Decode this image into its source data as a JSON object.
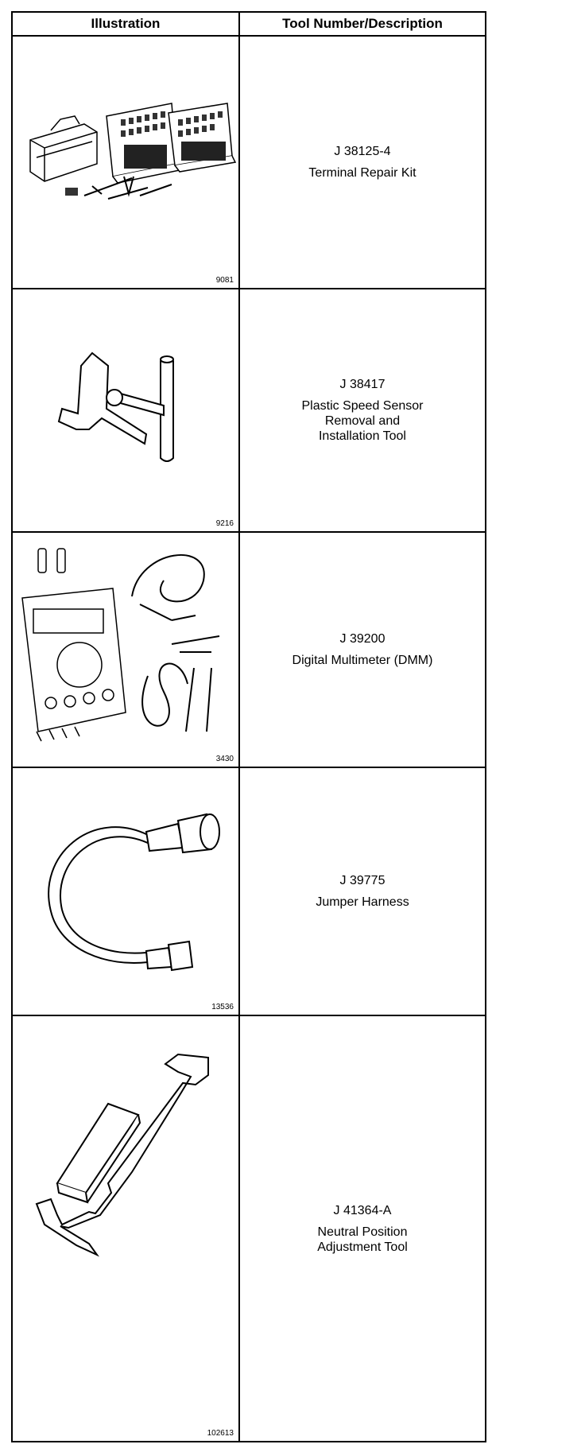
{
  "headers": {
    "illustration": "Illustration",
    "tool": "Tool Number/Description"
  },
  "rows": [
    {
      "figure": "9081",
      "tool_number": "J 38125-4",
      "description": "Terminal Repair Kit",
      "icon": "terminal-repair-kit"
    },
    {
      "figure": "9216",
      "tool_number": "J 38417",
      "description": "Plastic Speed Sensor\nRemoval and\nInstallation Tool",
      "icon": "speed-sensor-tool"
    },
    {
      "figure": "3430",
      "tool_number": "J 39200",
      "description": "Digital Multimeter (DMM)",
      "icon": "digital-multimeter"
    },
    {
      "figure": "13536",
      "tool_number": "J 39775",
      "description": "Jumper Harness",
      "icon": "jumper-harness"
    },
    {
      "figure": "102613",
      "tool_number": "J 41364-A",
      "description": "Neutral Position\nAdjustment Tool",
      "icon": "neutral-position-tool"
    }
  ]
}
